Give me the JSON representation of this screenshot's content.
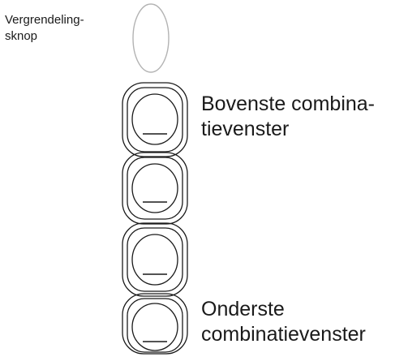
{
  "labels": {
    "lock_button": {
      "line1": "Vergrendeling-",
      "line2": "sknop"
    },
    "upper_combination_window": {
      "line1": "Bovenste combina-",
      "line2": "tievenster"
    },
    "lower_combination_window": {
      "line1": "Onderste",
      "line2": "combinatievenster"
    }
  },
  "colors": {
    "stroke": "#1a1a1a",
    "lock_button_stroke": "#b3b3b3",
    "background": "#ffffff"
  },
  "dials": [
    {
      "name": "dial-1"
    },
    {
      "name": "dial-2"
    },
    {
      "name": "dial-3"
    },
    {
      "name": "dial-4"
    }
  ]
}
